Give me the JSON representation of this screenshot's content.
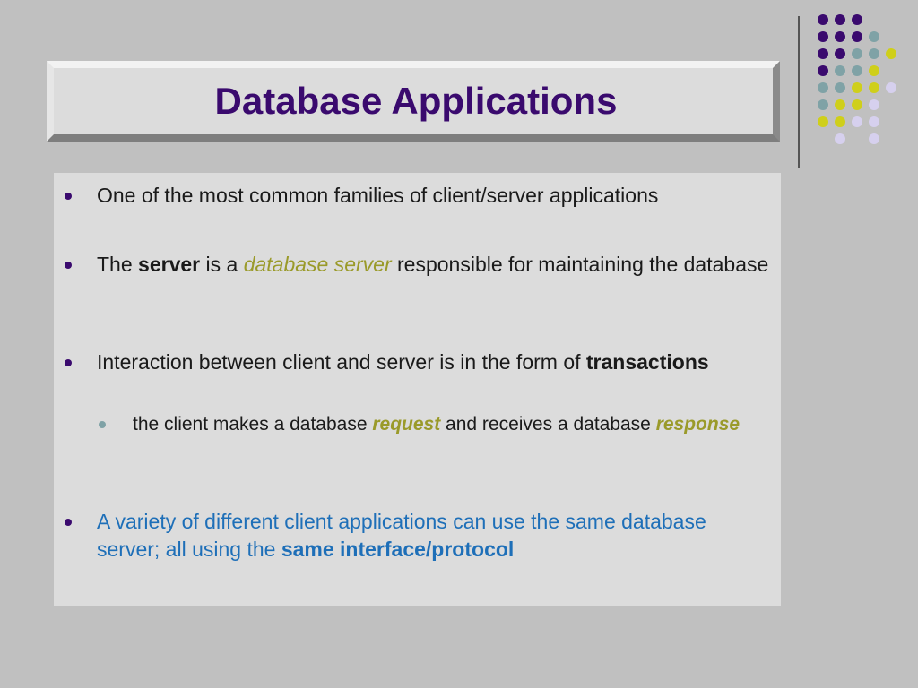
{
  "slide": {
    "title": "Database Applications",
    "colors": {
      "title": "#3a0a6e",
      "bullet_dot": "#3a0a6e",
      "sub_bullet_dot": "#7fa2a6",
      "emphasis_olive": "#9a9a2a",
      "highlight_blue": "#1e6fb8",
      "dots_purple": "#3a0a6e",
      "dots_teal": "#7fa2a6",
      "dots_yellow": "#cfcf1a",
      "dots_lavender": "#d6d0ee"
    },
    "bullets": [
      {
        "text": "One of the most common families of client/server applications"
      },
      {
        "pre": "The ",
        "b1": "server",
        "mid": " is a ",
        "i1": "database server",
        "post": " responsible for maintaining the database"
      },
      {
        "pre": "Interaction between client and server is in the form of ",
        "b1": "transactions",
        "sub": {
          "pre": "the client makes a database ",
          "i1": "request",
          "mid": " and receives a database ",
          "i2": "response"
        }
      },
      {
        "pre": "A variety of different client applications can use the same database server; all using the ",
        "b1": "same interface/protocol"
      }
    ]
  }
}
